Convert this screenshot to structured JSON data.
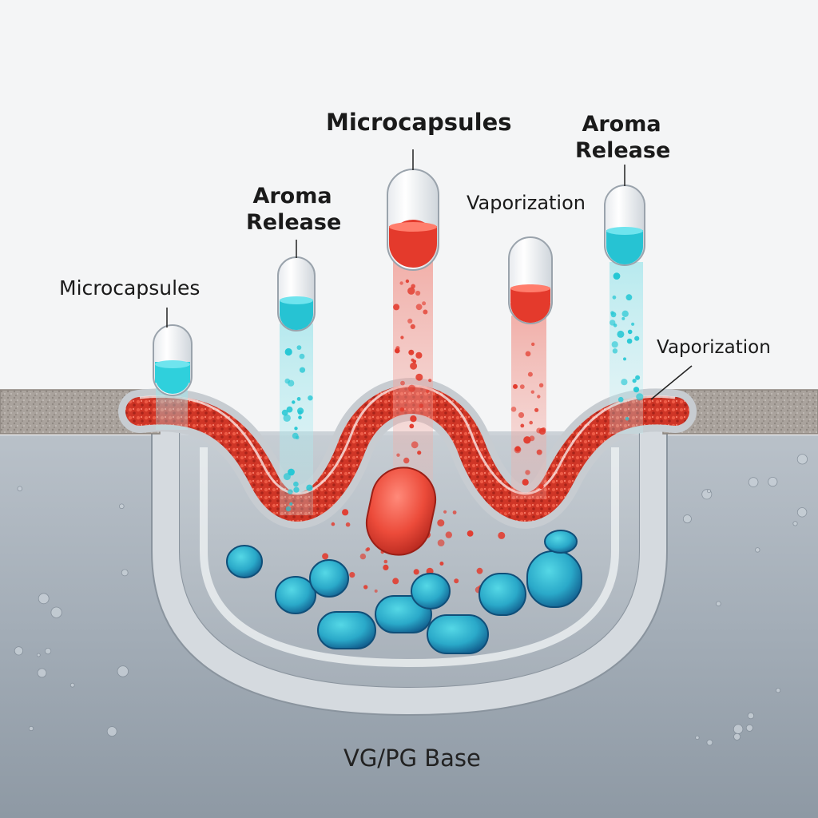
{
  "labels": {
    "microcapsules_left": "Microcapsules",
    "aroma_release_left": [
      "Aroma",
      "Release"
    ],
    "microcapsules_center": "Microcapsules",
    "vaporization_center": "Vaporization",
    "aroma_release_right": [
      "Aroma",
      "Release"
    ],
    "vaporization_right": "Vaporization",
    "base": "VG/PG Base"
  },
  "colors": {
    "aroma_red": "#e23a2c",
    "aroma_cyan": "#25c7d4",
    "capsule_blue": "#1f86b4",
    "liquid_gray": "#9aa6b1",
    "coil_gray": "#b7bcc2",
    "wick_gray": "#a59d97"
  }
}
